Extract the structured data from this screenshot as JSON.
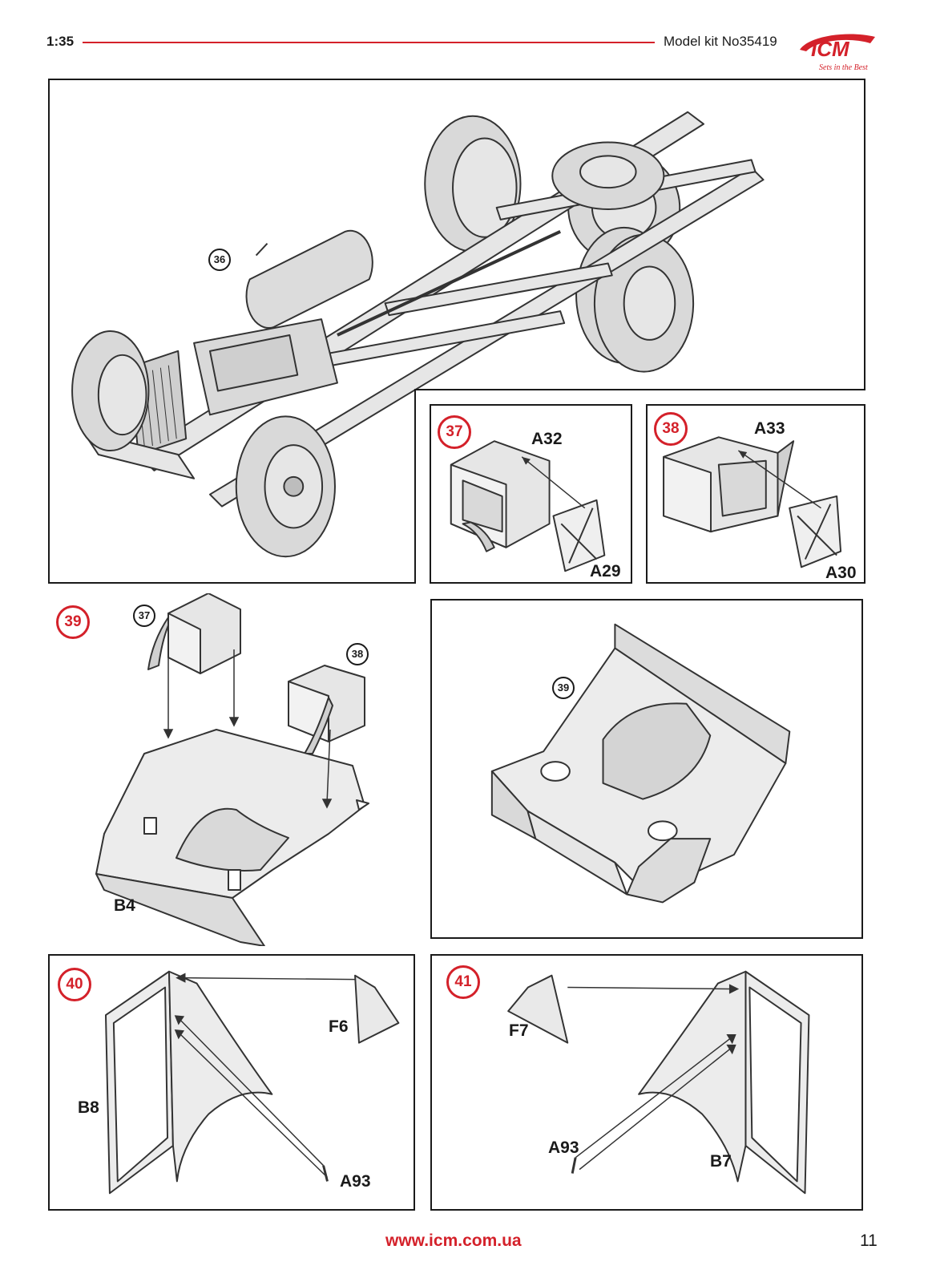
{
  "header": {
    "scale": "1:35",
    "kit_label": "Model kit No35419",
    "brand": "ICM",
    "tagline": "Sets in the Best",
    "accent_color": "#d4212a"
  },
  "steps": {
    "s36": {
      "ref": "36"
    },
    "s37": {
      "number": "37",
      "parts": [
        "A32",
        "A29"
      ]
    },
    "s38": {
      "number": "38",
      "parts": [
        "A33",
        "A30"
      ]
    },
    "s39": {
      "number": "39",
      "refs": [
        "37",
        "38"
      ],
      "parts": [
        "B4"
      ]
    },
    "s39_result": {
      "ref": "39"
    },
    "s40": {
      "number": "40",
      "parts": [
        "F6",
        "B8",
        "A93"
      ]
    },
    "s41": {
      "number": "41",
      "parts": [
        "F7",
        "A93",
        "B7"
      ]
    }
  },
  "footer": {
    "url": "www.icm.com.ua",
    "page": "11"
  }
}
